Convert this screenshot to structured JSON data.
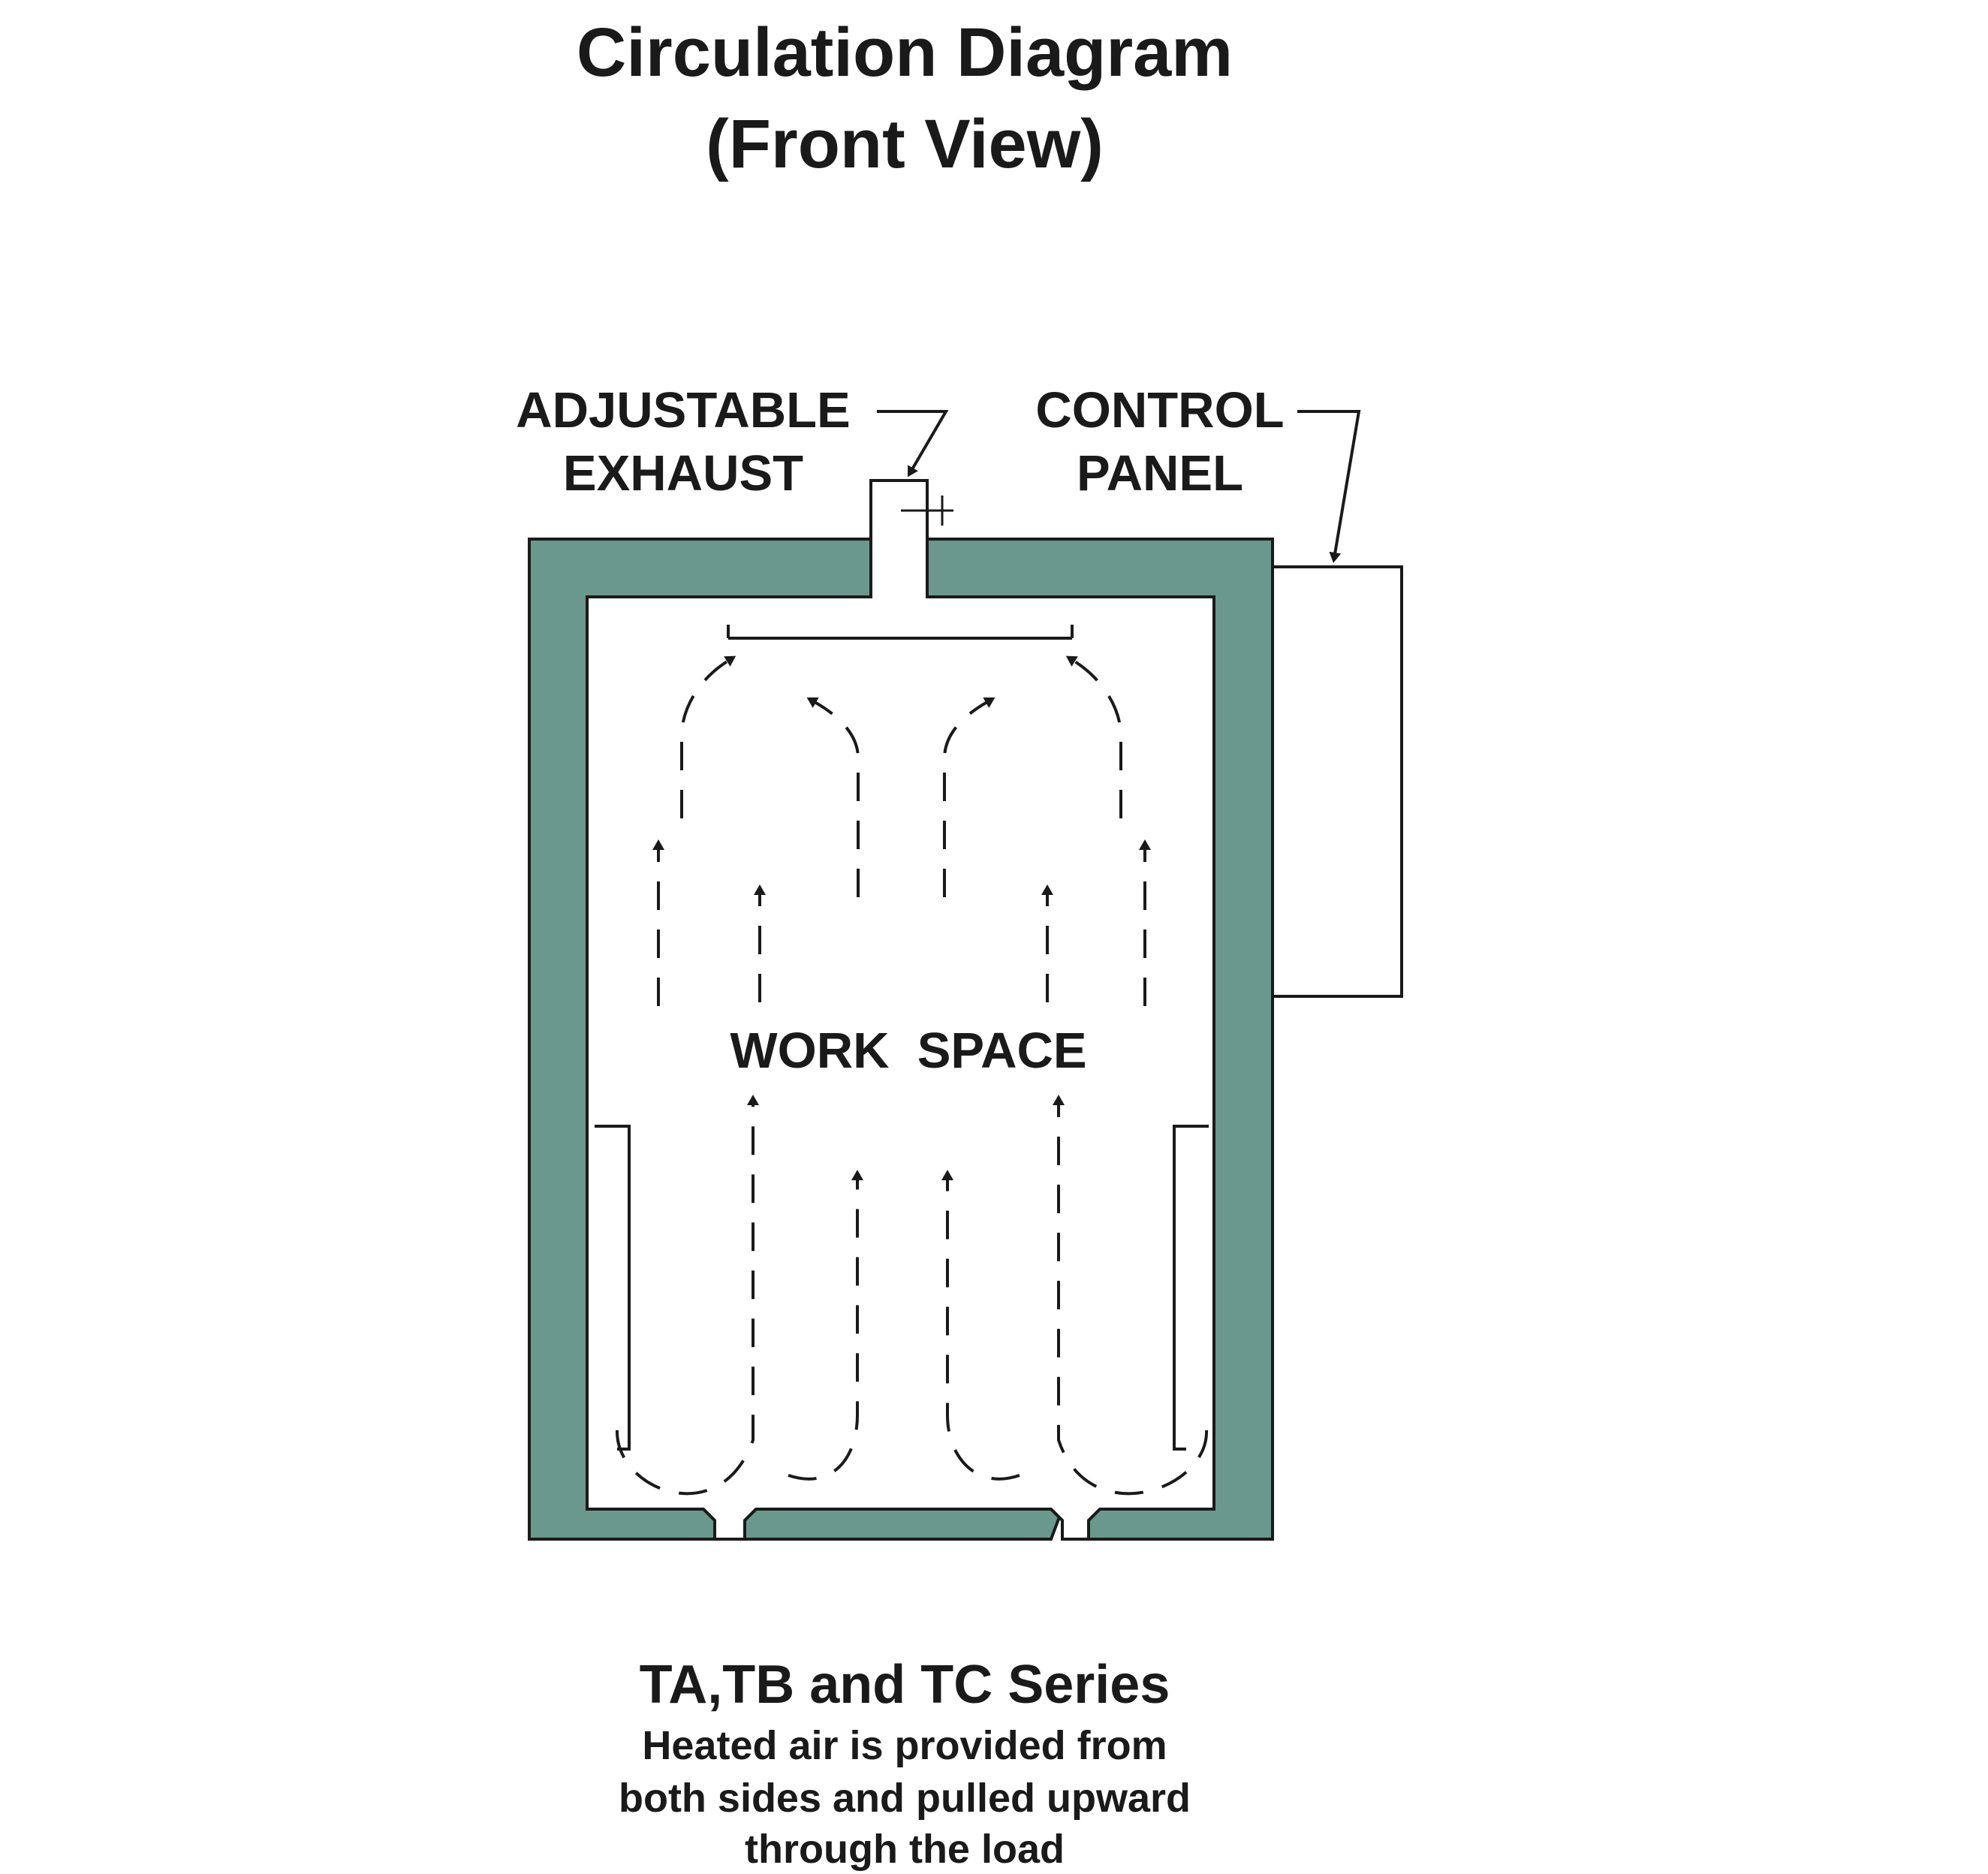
{
  "title": {
    "line1": "Circulation Diagram",
    "line2": "(Front View)"
  },
  "labels": {
    "exhaust_line1": "ADJUSTABLE",
    "exhaust_line2": "EXHAUST",
    "control_line1": "CONTROL",
    "control_line2": "PANEL",
    "work_space": "WORK  SPACE"
  },
  "caption": {
    "series": "TA,TB and TC Series",
    "line1": "Heated air is provided from",
    "line2": "both sides and pulled upward",
    "line3": "through the load"
  },
  "colors": {
    "wall": "#6a988c",
    "line": "#1a1a1a",
    "background": "#ffffff"
  }
}
